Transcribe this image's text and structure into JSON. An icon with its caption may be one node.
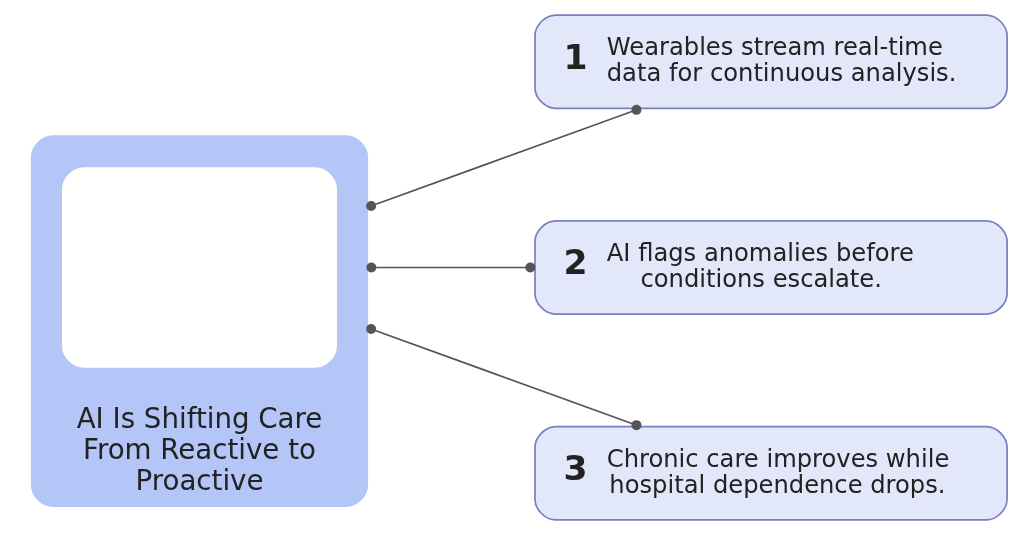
{
  "diagram": {
    "nodes": [
      {
        "text": [
          "AI Is Shifting Care From Reactive to Proactive"
        ]
      },
      {
        "text": [],
        "shape": "box",
        "in": 0
      },
      {
        "text": [
          "1",
          "Wearables stream real-time data for continuous analysis."
        ]
      },
      {
        "text": [
          "2",
          "AI flags anomalies before conditions escalate."
        ]
      },
      {
        "text": [
          "3",
          "Chronic care improves while hospital dependence drops."
        ]
      }
    ],
    "edges": [
      {
        "from": 0,
        "to": 2,
        "arrow": "other"
      },
      {
        "from": 0,
        "to": 3,
        "arrow": "other"
      },
      {
        "from": 0,
        "to": 4,
        "arrow": "other"
      }
    ]
  }
}
